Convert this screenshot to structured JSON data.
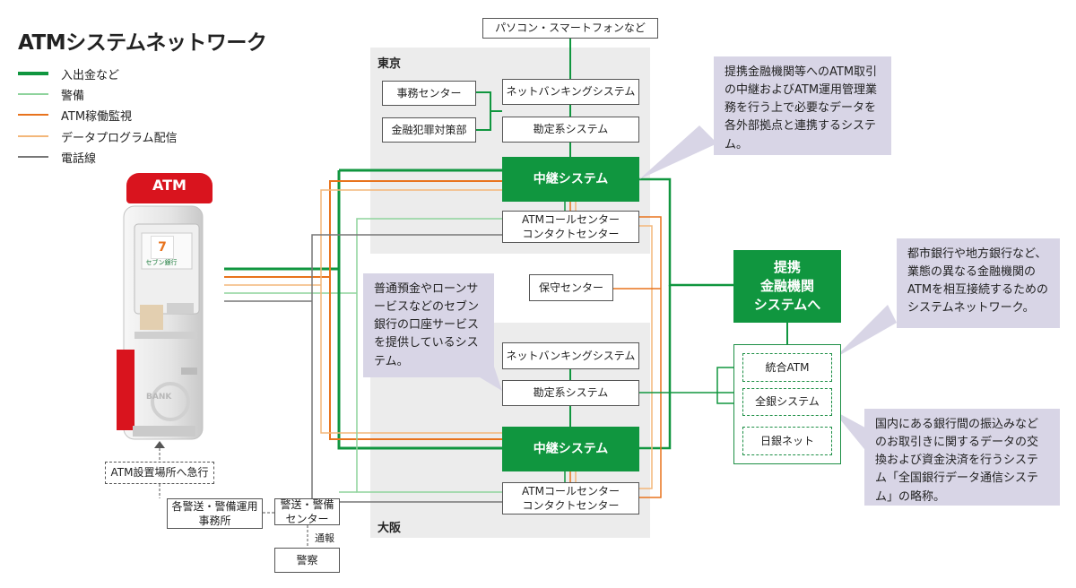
{
  "title": "ATMシステムネットワーク",
  "legend": [
    {
      "label": "入出金など",
      "color": "#10963f"
    },
    {
      "label": "警備",
      "color": "#8ed39c"
    },
    {
      "label": "ATM稼働監視",
      "color": "#e8731d"
    },
    {
      "label": "データプログラム配信",
      "color": "#f3b77a"
    },
    {
      "label": "電話線",
      "color": "#777777"
    }
  ],
  "atm": {
    "sign": "ATM",
    "brand": "セブン銀行",
    "bank_text": "BANK"
  },
  "regions": {
    "tokyo": "東京",
    "osaka": "大阪"
  },
  "top_box": "パソコン・スマートフォンなど",
  "tokyo": {
    "jimu": "事務センター",
    "kinyu": "金融犯罪対策部",
    "netbanking": "ネットバンキングシステム",
    "kanjo": "勘定系システム",
    "chukei": "中継システム",
    "callcenter_1": "ATMコールセンター",
    "callcenter_2": "コンタクトセンター"
  },
  "hoshu": "保守センター",
  "osaka": {
    "netbanking": "ネットバンキングシステム",
    "kanjo": "勘定系システム",
    "chukei": "中継システム",
    "callcenter_1": "ATMコールセンター",
    "callcenter_2": "コンタクトセンター"
  },
  "teikei": {
    "line1": "提携",
    "line2": "金融機関",
    "line3": "システムへ"
  },
  "networks": {
    "togo": "統合ATM",
    "zengin": "全銀システム",
    "nichigin": "日銀ネット"
  },
  "bottom": {
    "atm_kyuko": "ATM設置場所へ急行",
    "keibi_jimusho_1": "各警送・警備運用",
    "keibi_jimusho_2": "事務所",
    "keibi_center_1": "警送・警備",
    "keibi_center_2": "センター",
    "tsuho": "通報",
    "keisatsu": "警察"
  },
  "callouts": {
    "relay": "提携金融機関等へのATM取引の中継およびATM運用管理業務を行う上で必要なデータを各外部拠点と連携するシステム。",
    "kanjo": "普通預金やローンサービスなどのセブン銀行の口座サービスを提供しているシステム。",
    "togo": "都市銀行や地方銀行など、業態の異なる金融機関のATMを相互接続するためのシステムネットワーク。",
    "zengin": "国内にある銀行間の振込みなどのお取引きに関するデータの交換および資金決済を行うシステム「全国銀行データ通信システム」の略称。"
  }
}
